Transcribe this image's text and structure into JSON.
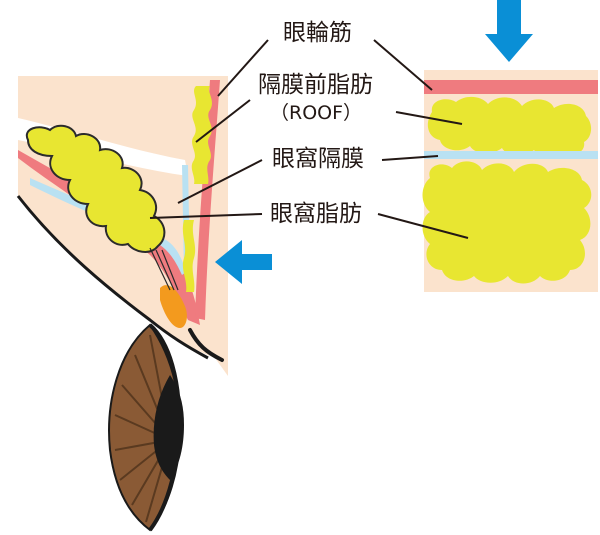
{
  "labels": {
    "orbicularis": "眼輪筋",
    "roof": "隔膜前脂肪",
    "roof_abbr": "（ROOF）",
    "septum": "眼窩隔膜",
    "orbital_fat": "眼窩脂肪"
  },
  "colors": {
    "skin": "#fbe3cd",
    "muscle": "#ef7b7f",
    "fat": "#e8e631",
    "fat_outline": "#2b2b2b",
    "septum": "#b9e1f2",
    "arrow": "#0a8fd6",
    "iris": "#8a5a35",
    "pupil": "#1a1a1a",
    "orange": "#f39a1e"
  },
  "icons": [
    "down-arrow-icon",
    "left-arrow-icon"
  ]
}
